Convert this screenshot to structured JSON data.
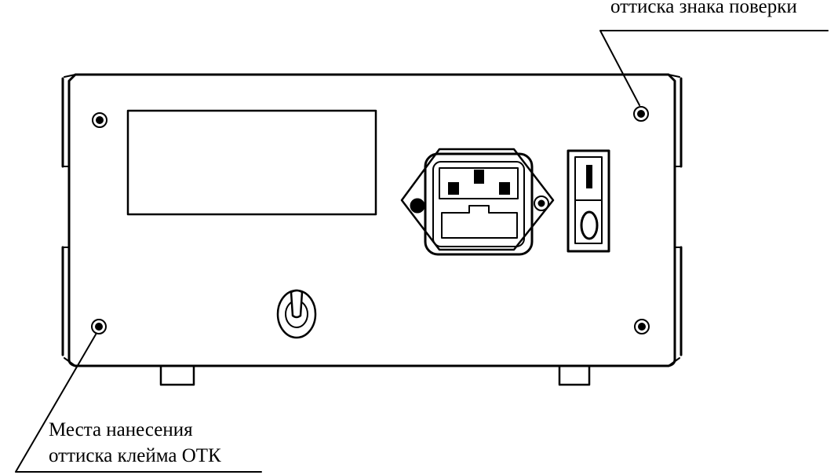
{
  "labels": {
    "top_callout_line2": "оттиска знака поверки",
    "bottom_callout_line1": "Места нанесения",
    "bottom_callout_line2": "оттиска клейма ОТК"
  },
  "colors": {
    "ink": "#000000",
    "paper": "#ffffff"
  },
  "icons": {
    "power_inlet": "iec-c14-inlet-icon",
    "power_switch": "rocker-switch-icon",
    "toggle": "toggle-switch-icon",
    "screw": "screw-icon"
  }
}
